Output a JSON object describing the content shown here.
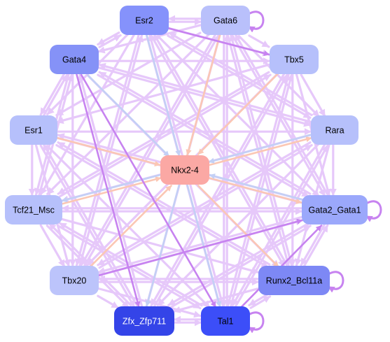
{
  "colors": {
    "edge_default": "#e6c8fa",
    "edge_strong": "#c783f0",
    "edge_blue": "#c3d0f5",
    "edge_peach": "#fbc7b4",
    "center_node": "#fba8a4"
  },
  "nodes": [
    {
      "id": "Esr2",
      "label": "Esr2",
      "fill": "#8592fb",
      "text_color": "#000000"
    },
    {
      "id": "Gata6",
      "label": "Gata6",
      "fill": "#b9c0fb",
      "text_color": "#000000"
    },
    {
      "id": "Tbx5",
      "label": "Tbx5",
      "fill": "#b6c0fb",
      "text_color": "#000000"
    },
    {
      "id": "Gata4",
      "label": "Gata4",
      "fill": "#8592f7",
      "text_color": "#000000"
    },
    {
      "id": "Esr1",
      "label": "Esr1",
      "fill": "#b6c0fb",
      "text_color": "#000000"
    },
    {
      "id": "Rara",
      "label": "Rara",
      "fill": "#b6c0fb",
      "text_color": "#000000"
    },
    {
      "id": "Nkx2-4",
      "label": "Nkx2-4",
      "fill": "#fba8a4",
      "text_color": "#000000"
    },
    {
      "id": "Tcf21_Msc",
      "label": "Tcf21_Msc",
      "fill": "#b6c0fb",
      "text_color": "#000000"
    },
    {
      "id": "Gata2_Gata1",
      "label": "Gata2_Gata1",
      "fill": "#9ba8fb",
      "text_color": "#000000"
    },
    {
      "id": "Tbx20",
      "label": "Tbx20",
      "fill": "#bcc4fb",
      "text_color": "#000000"
    },
    {
      "id": "Runx2_Bcl11a",
      "label": "Runx2_Bcl11a",
      "fill": "#7d88f5",
      "text_color": "#000000"
    },
    {
      "id": "Zfx_Zfp711",
      "label": "Zfx_Zfp711",
      "fill": "#3444e8",
      "text_color": "#ffffff"
    },
    {
      "id": "Tal1",
      "label": "Tal1",
      "fill": "#3c4ef8",
      "text_color": "#000000"
    }
  ],
  "self_loops": [
    "Gata6",
    "Gata2_Gata1",
    "Runx2_Bcl11a",
    "Tal1"
  ],
  "edges": [
    [
      "Esr2",
      "Gata6",
      "default"
    ],
    [
      "Gata6",
      "Esr2",
      "default"
    ],
    [
      "Esr2",
      "Gata4",
      "default"
    ],
    [
      "Gata4",
      "Esr2",
      "default"
    ],
    [
      "Gata6",
      "Tbx5",
      "default"
    ],
    [
      "Gata4",
      "Tbx5",
      "default"
    ],
    [
      "Gata4",
      "Esr1",
      "default"
    ],
    [
      "Esr1",
      "Gata4",
      "default"
    ],
    [
      "Tbx5",
      "Rara",
      "default"
    ],
    [
      "Esr1",
      "Tcf21_Msc",
      "default"
    ],
    [
      "Rara",
      "Gata2_Gata1",
      "default"
    ],
    [
      "Tcf21_Msc",
      "Tbx20",
      "default"
    ],
    [
      "Gata2_Gata1",
      "Runx2_Bcl11a",
      "default"
    ],
    [
      "Runx2_Bcl11a",
      "Gata2_Gata1",
      "default"
    ],
    [
      "Tbx20",
      "Zfx_Zfp711",
      "default"
    ],
    [
      "Zfx_Zfp711",
      "Tal1",
      "default"
    ],
    [
      "Tal1",
      "Zfx_Zfp711",
      "default"
    ],
    [
      "Runx2_Bcl11a",
      "Tal1",
      "default"
    ],
    [
      "Tal1",
      "Runx2_Bcl11a",
      "default"
    ],
    [
      "Tbx20",
      "Tal1",
      "default"
    ],
    [
      "Esr2",
      "Tbx5",
      "default"
    ],
    [
      "Gata6",
      "Gata4",
      "default"
    ],
    [
      "Esr2",
      "Rara",
      "default"
    ],
    [
      "Esr2",
      "Tbx20",
      "default"
    ],
    [
      "Esr2",
      "Tal1",
      "default"
    ],
    [
      "Esr2",
      "Runx2_Bcl11a",
      "default"
    ],
    [
      "Esr2",
      "Gata2_Gata1",
      "default"
    ],
    [
      "Esr2",
      "Tcf21_Msc",
      "default"
    ],
    [
      "Esr2",
      "Esr1",
      "default"
    ],
    [
      "Gata6",
      "Esr1",
      "default"
    ],
    [
      "Gata6",
      "Tcf21_Msc",
      "default"
    ],
    [
      "Gata6",
      "Tbx20",
      "default"
    ],
    [
      "Gata6",
      "Zfx_Zfp711",
      "default"
    ],
    [
      "Gata6",
      "Tal1",
      "default"
    ],
    [
      "Gata6",
      "Runx2_Bcl11a",
      "default"
    ],
    [
      "Gata6",
      "Gata2_Gata1",
      "default"
    ],
    [
      "Gata6",
      "Rara",
      "default"
    ],
    [
      "Tbx5",
      "Esr1",
      "default"
    ],
    [
      "Tbx5",
      "Tcf21_Msc",
      "default"
    ],
    [
      "Tbx5",
      "Tbx20",
      "default"
    ],
    [
      "Tbx5",
      "Zfx_Zfp711",
      "default"
    ],
    [
      "Tbx5",
      "Tal1",
      "default"
    ],
    [
      "Tbx5",
      "Runx2_Bcl11a",
      "default"
    ],
    [
      "Tbx5",
      "Gata2_Gata1",
      "default"
    ],
    [
      "Gata4",
      "Rara",
      "default"
    ],
    [
      "Gata4",
      "Gata2_Gata1",
      "default"
    ],
    [
      "Gata4",
      "Runx2_Bcl11a",
      "default"
    ],
    [
      "Gata4",
      "Tbx20",
      "default"
    ],
    [
      "Gata4",
      "Tcf21_Msc",
      "default"
    ],
    [
      "Esr1",
      "Rara",
      "default"
    ],
    [
      "Esr1",
      "Gata2_Gata1",
      "default"
    ],
    [
      "Esr1",
      "Runx2_Bcl11a",
      "default"
    ],
    [
      "Esr1",
      "Tal1",
      "default"
    ],
    [
      "Esr1",
      "Zfx_Zfp711",
      "default"
    ],
    [
      "Esr1",
      "Tbx20",
      "default"
    ],
    [
      "Rara",
      "Tcf21_Msc",
      "default"
    ],
    [
      "Rara",
      "Tbx20",
      "default"
    ],
    [
      "Rara",
      "Zfx_Zfp711",
      "default"
    ],
    [
      "Rara",
      "Tal1",
      "default"
    ],
    [
      "Rara",
      "Runx2_Bcl11a",
      "default"
    ],
    [
      "Rara",
      "Gata4",
      "default"
    ],
    [
      "Rara",
      "Esr2",
      "default"
    ],
    [
      "Tcf21_Msc",
      "Gata2_Gata1",
      "default"
    ],
    [
      "Tcf21_Msc",
      "Runx2_Bcl11a",
      "default"
    ],
    [
      "Tcf21_Msc",
      "Tal1",
      "default"
    ],
    [
      "Tcf21_Msc",
      "Zfx_Zfp711",
      "default"
    ],
    [
      "Tcf21_Msc",
      "Gata4",
      "default"
    ],
    [
      "Tcf21_Msc",
      "Tbx5",
      "default"
    ],
    [
      "Gata2_Gata1",
      "Tbx20",
      "default"
    ],
    [
      "Gata2_Gata1",
      "Zfx_Zfp711",
      "default"
    ],
    [
      "Gata2_Gata1",
      "Tcf21_Msc",
      "default"
    ],
    [
      "Gata2_Gata1",
      "Esr1",
      "default"
    ],
    [
      "Gata2_Gata1",
      "Gata6",
      "default"
    ],
    [
      "Gata2_Gata1",
      "Gata4",
      "default"
    ],
    [
      "Tbx20",
      "Runx2_Bcl11a",
      "default"
    ],
    [
      "Tbx20",
      "Gata2_Gata1",
      "default"
    ],
    [
      "Tbx20",
      "Rara",
      "default"
    ],
    [
      "Tbx20",
      "Gata6",
      "default"
    ],
    [
      "Tbx20",
      "Esr2",
      "default"
    ],
    [
      "Runx2_Bcl11a",
      "Tbx20",
      "default"
    ],
    [
      "Runx2_Bcl11a",
      "Zfx_Zfp711",
      "default"
    ],
    [
      "Runx2_Bcl11a",
      "Esr1",
      "default"
    ],
    [
      "Runx2_Bcl11a",
      "Gata6",
      "default"
    ],
    [
      "Runx2_Bcl11a",
      "Esr2",
      "default"
    ],
    [
      "Zfx_Zfp711",
      "Tcf21_Msc",
      "default"
    ],
    [
      "Zfx_Zfp711",
      "Esr1",
      "default"
    ],
    [
      "Zfx_Zfp711",
      "Gata4",
      "default"
    ],
    [
      "Zfx_Zfp711",
      "Tbx5",
      "default"
    ],
    [
      "Zfx_Zfp711",
      "Gata2_Gata1",
      "default"
    ],
    [
      "Tal1",
      "Tcf21_Msc",
      "default"
    ],
    [
      "Tal1",
      "Gata6",
      "default"
    ],
    [
      "Tal1",
      "Tbx5",
      "default"
    ],
    [
      "Tal1",
      "Esr2",
      "default"
    ],
    [
      "Tal1",
      "Rara",
      "default"
    ],
    [
      "Gata4",
      "Tal1",
      "strong"
    ],
    [
      "Gata4",
      "Zfx_Zfp711",
      "strong"
    ],
    [
      "Tal1",
      "Gata2_Gata1",
      "strong"
    ],
    [
      "Esr2",
      "Tbx5",
      "strong"
    ],
    [
      "Tbx20",
      "Gata2_Gata1",
      "strong"
    ],
    [
      "Gata6",
      "Nkx2-4",
      "peach"
    ],
    [
      "Tbx5",
      "Nkx2-4",
      "peach"
    ],
    [
      "Nkx2-4",
      "Rara",
      "peach"
    ],
    [
      "Esr1",
      "Nkx2-4",
      "peach"
    ],
    [
      "Tcf21_Msc",
      "Nkx2-4",
      "peach"
    ],
    [
      "Nkx2-4",
      "Runx2_Bcl11a",
      "peach"
    ],
    [
      "Tbx20",
      "Nkx2-4",
      "peach"
    ],
    [
      "Nkx2-4",
      "Gata2_Gata1",
      "peach"
    ],
    [
      "Gata4",
      "Nkx2-4",
      "blue"
    ],
    [
      "Esr2",
      "Nkx2-4",
      "blue"
    ],
    [
      "Nkx2-4",
      "Tal1",
      "blue"
    ],
    [
      "Nkx2-4",
      "Zfx_Zfp711",
      "blue"
    ],
    [
      "Nkx2-4",
      "Tcf21_Msc",
      "blue"
    ],
    [
      "Rara",
      "Nkx2-4",
      "blue"
    ],
    [
      "Gata2_Gata1",
      "Nkx2-4",
      "blue"
    ]
  ]
}
